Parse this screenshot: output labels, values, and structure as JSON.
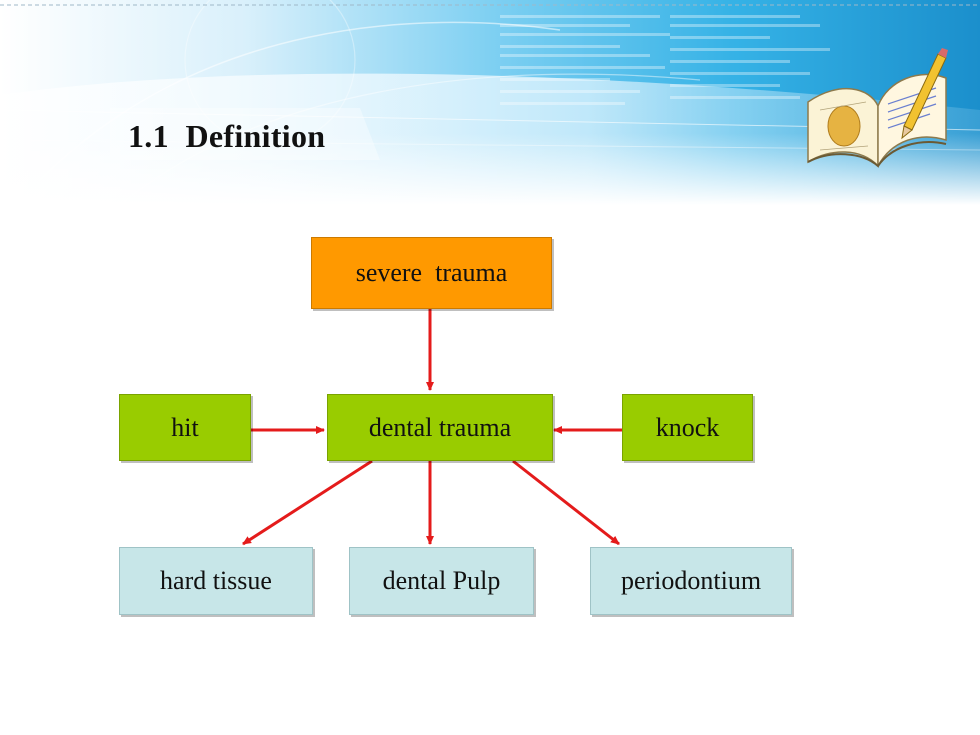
{
  "slide": {
    "title": "1.1  Definition"
  },
  "diagram": {
    "nodes": {
      "severe_trauma": "severe  trauma",
      "hit": "hit",
      "dental_trauma": "dental trauma",
      "knock": "knock",
      "hard_tissue": "hard tissue",
      "dental_pulp": "dental Pulp",
      "periodontium": "periodontium"
    },
    "colors": {
      "source_node": "#ff9900",
      "cause_node": "#99cc00",
      "result_node": "#c7e6e8",
      "arrow": "#e41b1b"
    }
  }
}
